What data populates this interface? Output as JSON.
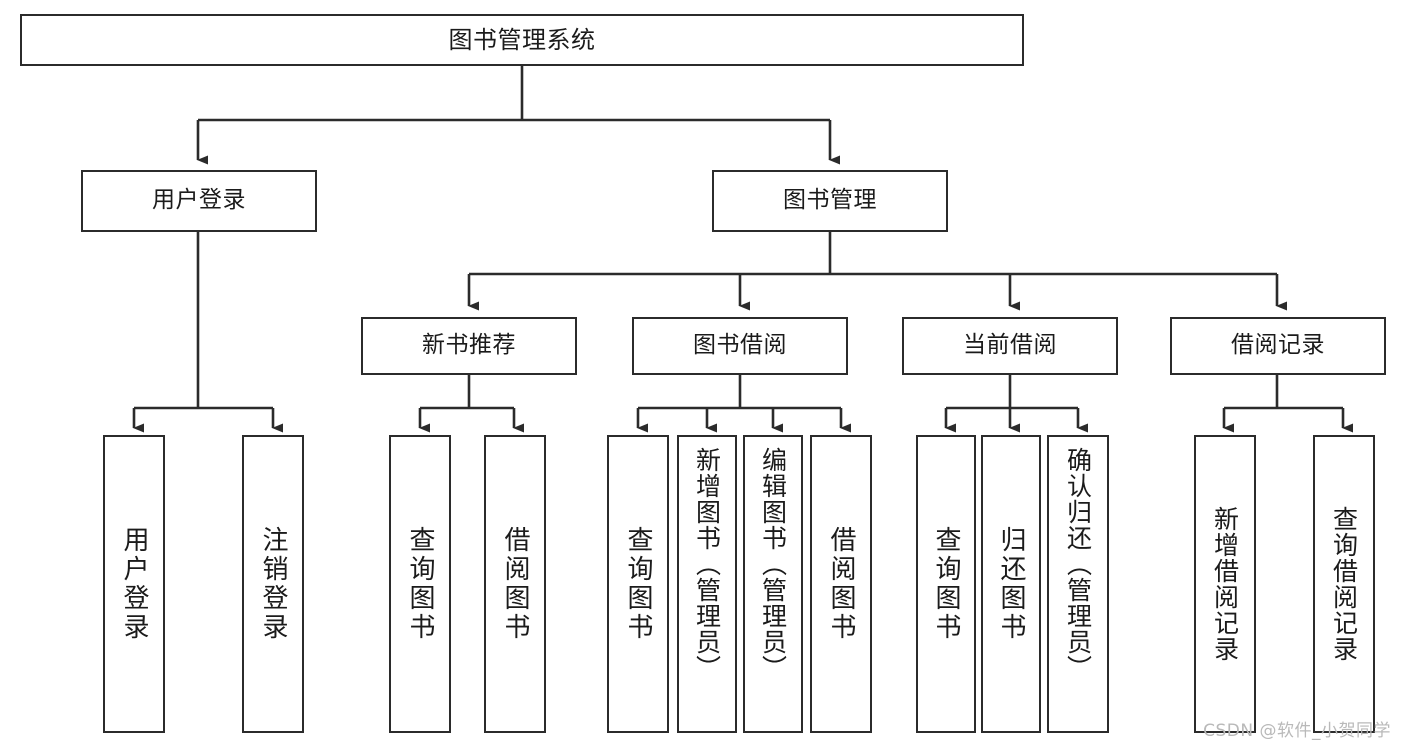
{
  "diagram": {
    "title": "图书管理系统",
    "type": "tree",
    "watermark": "CSDN @软件_小贺同学",
    "colors": {
      "border": "#2b2b2b",
      "background": "#ffffff",
      "text": "#1b1b1b",
      "edge": "#2b2b2b",
      "watermark": "#b9b9b9"
    },
    "nodes": {
      "root": {
        "label": "图书管理系统"
      },
      "level2": [
        {
          "label": "用户登录"
        },
        {
          "label": "图书管理"
        }
      ],
      "level3": [
        {
          "label": "新书推荐"
        },
        {
          "label": "图书借阅"
        },
        {
          "label": "当前借阅"
        },
        {
          "label": "借阅记录"
        }
      ],
      "leaves": {
        "user_login": [
          {
            "label": "用户登录"
          },
          {
            "label": "注销登录"
          }
        ],
        "new_book_recommend": [
          {
            "label": "查询图书"
          },
          {
            "label": "借阅图书"
          }
        ],
        "book_borrow": [
          {
            "label": "查询图书"
          },
          {
            "label": "新增图书（管理员）"
          },
          {
            "label": "编辑图书（管理员）"
          },
          {
            "label": "借阅图书"
          }
        ],
        "current_borrow": [
          {
            "label": "查询图书"
          },
          {
            "label": "归还图书"
          },
          {
            "label": "确认归还（管理员）"
          }
        ],
        "borrow_record": [
          {
            "label": "新增借阅记录"
          },
          {
            "label": "查询借阅记录"
          }
        ]
      }
    }
  }
}
